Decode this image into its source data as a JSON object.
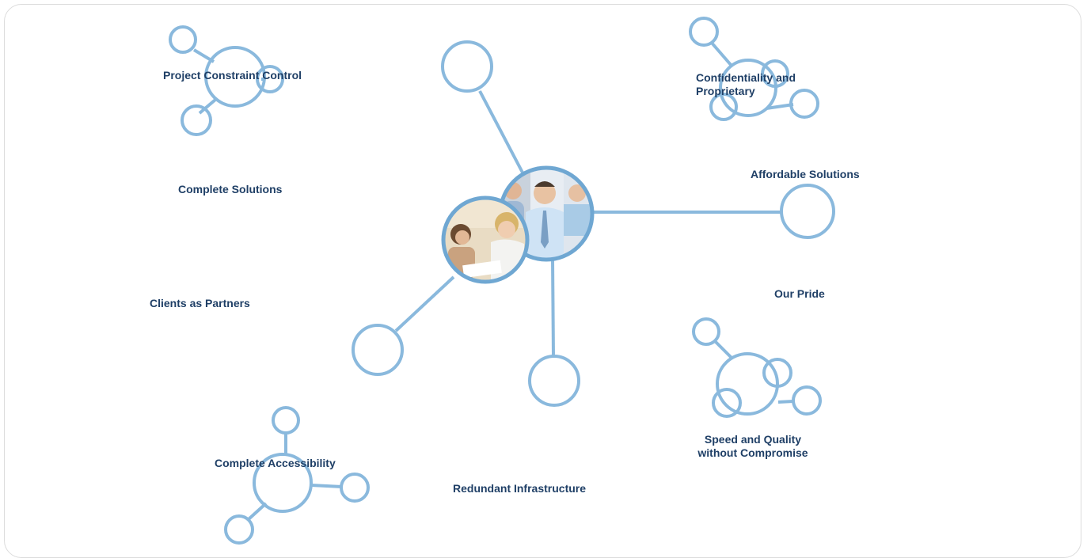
{
  "diagram": {
    "center_photos": [
      {
        "name": "team-photo",
        "subject": "three smiling business people"
      },
      {
        "name": "meeting-photo",
        "subject": "two women reviewing documents"
      }
    ],
    "labels": {
      "project_constraint_control": "Project Constraint Control",
      "complete_solutions": "Complete Solutions",
      "clients_as_partners": "Clients as Partners",
      "complete_accessibility": "Complete Accessibility",
      "redundant_infrastructure": "Redundant Infrastructure",
      "confidentiality_line1": "Confidentiality and",
      "confidentiality_line2": "Proprietary",
      "affordable_solutions": "Affordable Solutions",
      "our_pride": "Our Pride",
      "speed_quality_line1": "Speed and Quality",
      "speed_quality_line2": "without Compromise"
    },
    "colors": {
      "connector": "#8ab9dd",
      "connector_dark": "#6fa7d2",
      "label_text": "#1f3f66"
    }
  }
}
